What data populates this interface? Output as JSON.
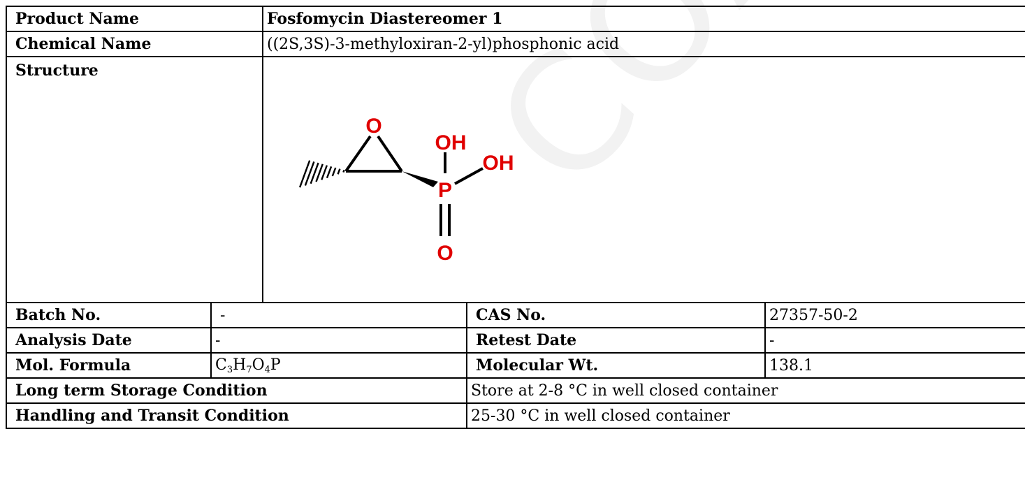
{
  "watermark": {
    "text": "COA"
  },
  "product": {
    "name_label": "Product Name",
    "name_value": "Fosfomycin Diastereomer 1",
    "chemical_name_label": "Chemical Name",
    "chemical_name_value": "((2S,3S)-3-methyloxiran-2-yl)phosphonic acid",
    "structure_label": "Structure"
  },
  "structure": {
    "atoms": {
      "epoxide_oxygen": "O",
      "hydroxyl_1": "OH",
      "hydroxyl_2": "OH",
      "phosphorus": "P",
      "oxo_oxygen": "O"
    },
    "atom_color": "#e00000",
    "bond_color": "#000000"
  },
  "details": {
    "batch_label": "Batch No.",
    "batch_value": "-",
    "cas_label": "CAS No.",
    "cas_value": "27357-50-2",
    "analysis_date_label": "Analysis Date",
    "analysis_date_value": "-",
    "retest_date_label": "Retest Date",
    "retest_date_value": "-",
    "formula_label": "Mol. Formula",
    "formula_parts": {
      "c": "C",
      "c_count": "3",
      "h": "H",
      "h_count": "7",
      "o": "O",
      "o_count": "4",
      "p": "P"
    },
    "mol_wt_label": "Molecular Wt.",
    "mol_wt_value": "138.1"
  },
  "conditions": {
    "storage_label": "Long term Storage Condition",
    "storage_value": "Store at 2-8 °C in well closed container",
    "handling_label": "Handling and Transit Condition",
    "handling_value": "25-30 °C in well closed container"
  }
}
